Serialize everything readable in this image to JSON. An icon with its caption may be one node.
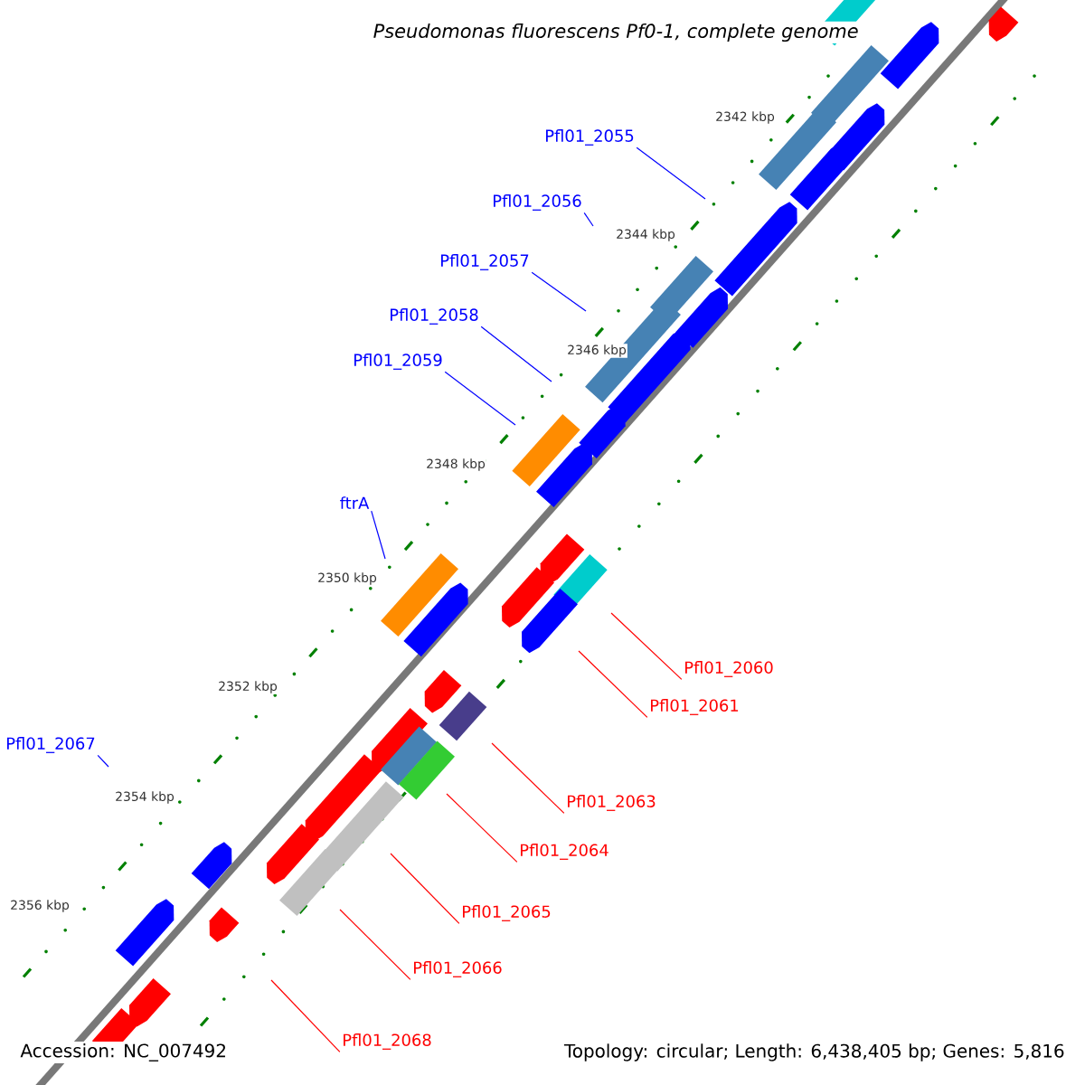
{
  "diagram": {
    "title": "Pseudomonas fluorescens Pf0-1, complete genome",
    "nodes": [
      {
        "text": [
          "Pfl01_2055"
        ]
      },
      {
        "text": [
          "Pfl01_2056"
        ]
      },
      {
        "text": [
          "Pfl01_2057"
        ]
      },
      {
        "text": [
          "Pfl01_2058"
        ]
      },
      {
        "text": [
          "Pfl01_2059"
        ]
      },
      {
        "text": [
          "ftrA"
        ]
      },
      {
        "text": [
          "Pfl01_2060"
        ]
      },
      {
        "text": [
          "Pfl01_2061"
        ]
      },
      {
        "text": [
          "Pfl01_2067"
        ]
      },
      {
        "text": [
          "Pfl01_2063"
        ]
      },
      {
        "text": [
          "Pfl01_2064"
        ]
      },
      {
        "text": [
          "Pfl01_2065"
        ]
      },
      {
        "text": [
          "Pfl01_2066"
        ]
      },
      {
        "text": [
          "Pfl01_2068"
        ]
      }
    ],
    "edges": [
      {
        "from": 0,
        "to": null,
        "arrow": "none",
        "color": "#0000ff"
      },
      {
        "from": 1,
        "to": null,
        "arrow": "none",
        "color": "#0000ff"
      },
      {
        "from": 2,
        "to": null,
        "arrow": "none",
        "color": "#0000ff"
      },
      {
        "from": 3,
        "to": null,
        "arrow": "none",
        "color": "#0000ff"
      },
      {
        "from": 4,
        "to": null,
        "arrow": "none",
        "color": "#0000ff"
      },
      {
        "from": 5,
        "to": null,
        "arrow": "none",
        "color": "#0000ff"
      },
      {
        "from": 6,
        "to": null,
        "arrow": "none",
        "color": "#ff0000"
      },
      {
        "from": 7,
        "to": null,
        "arrow": "none",
        "color": "#ff0000"
      },
      {
        "from": 8,
        "to": null,
        "arrow": "none",
        "color": "#0000ff"
      },
      {
        "from": 9,
        "to": null,
        "arrow": "none",
        "color": "#ff0000"
      },
      {
        "from": 10,
        "to": null,
        "arrow": "none",
        "color": "#ff0000"
      },
      {
        "from": 11,
        "to": null,
        "arrow": "none",
        "color": "#ff0000"
      },
      {
        "from": 12,
        "to": null,
        "arrow": "none",
        "color": "#ff0000"
      },
      {
        "from": 13,
        "to": null,
        "arrow": "none",
        "color": "#ff0000"
      }
    ],
    "labels": [
      "2342 kbp",
      "2344 kbp",
      "2346 kbp",
      "2348 kbp",
      "2350 kbp",
      "2352 kbp",
      "2354 kbp",
      "2356 kbp",
      "Accession: NC_007492",
      "Topology: circular; Length: 6,438,405 bp; Genes: 5,816"
    ]
  }
}
